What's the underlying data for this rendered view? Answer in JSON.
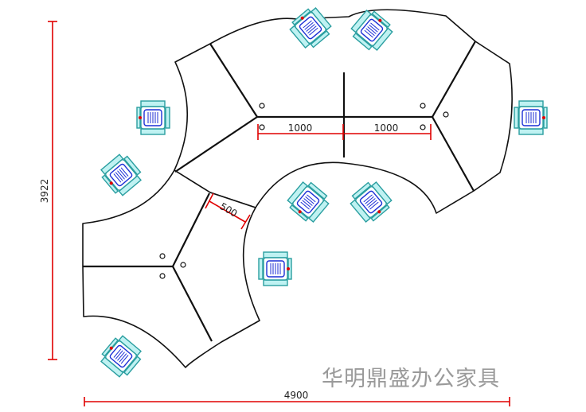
{
  "dimensions": {
    "overall_width": "4900",
    "overall_depth": "3922",
    "desk_length_left": "1000",
    "desk_length_right": "1000",
    "screen_width": "500"
  },
  "watermark": "华明鼎盛办公家具",
  "colors": {
    "dimension_line": "#e00000",
    "chair_frame": "#2a9ea0",
    "chair_fill": "#bff2f2",
    "chair_seat": "#1c2fd6",
    "chair_back_mark": "#e00000"
  },
  "chair_icon": "office-chair-icon"
}
